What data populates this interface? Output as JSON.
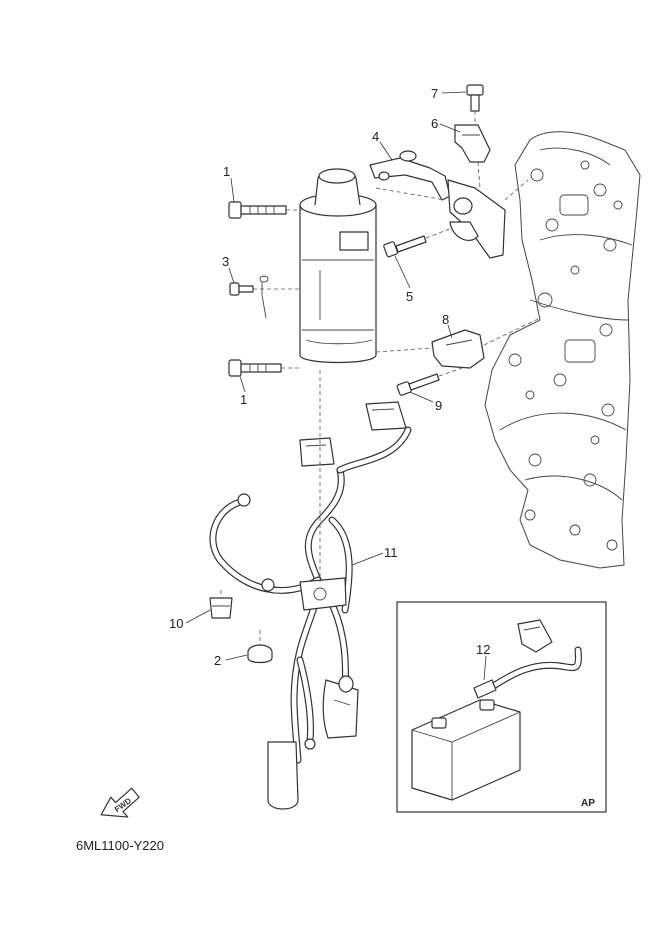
{
  "diagram_code": "6ML1100-Y220",
  "inset_label": "AP",
  "fwd_label": "FWD",
  "callouts": [
    {
      "id": "c1a",
      "label": "1"
    },
    {
      "id": "c1b",
      "label": "1"
    },
    {
      "id": "c2",
      "label": "2"
    },
    {
      "id": "c3",
      "label": "3"
    },
    {
      "id": "c4",
      "label": "4"
    },
    {
      "id": "c5",
      "label": "5"
    },
    {
      "id": "c6",
      "label": "6"
    },
    {
      "id": "c7",
      "label": "7"
    },
    {
      "id": "c8",
      "label": "8"
    },
    {
      "id": "c9",
      "label": "9"
    },
    {
      "id": "c10",
      "label": "10"
    },
    {
      "id": "c11",
      "label": "11"
    },
    {
      "id": "c12",
      "label": "12"
    }
  ]
}
